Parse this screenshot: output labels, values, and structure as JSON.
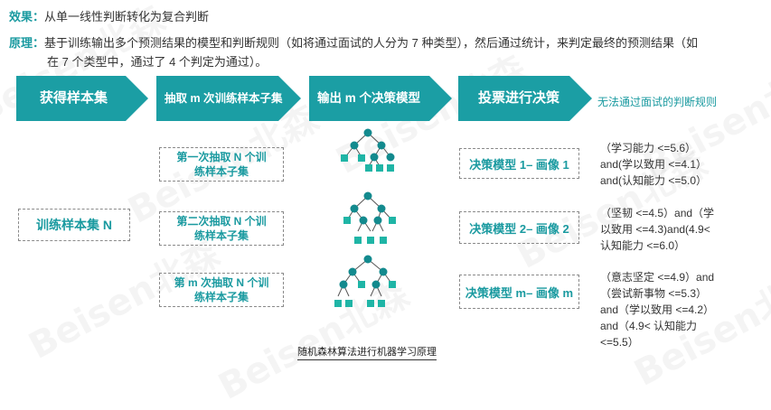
{
  "watermark": "Beisen北森",
  "intro": {
    "effect_label": "效果：",
    "effect_text": "从单一线性判断转化为复合判断",
    "principle_label": "原理：",
    "principle_line1": "基于训练输出多个预测结果的模型和判断规则（如将通过面试的人分为 7 种类型），然后通过统计，来判定最终的预测结果（如",
    "principle_line2": "在 7 个类型中，通过了 4 个判定为通过）。"
  },
  "steps": [
    {
      "label": "获得样本集"
    },
    {
      "label": "抽取 m 次训练样本子集"
    },
    {
      "label": "输出 m 个决策模型"
    },
    {
      "label": "投票进行决策"
    }
  ],
  "side_note": "无法通过面试的判断规则",
  "colors": {
    "teal": "#1b9ea4",
    "accent_text": "#1a9aa0",
    "node": "#138a8e"
  },
  "sample_set": "训练样本集 N",
  "subsets": [
    {
      "line1": "第一次抽取 N 个训",
      "line2": "练样本子集"
    },
    {
      "line1": "第二次抽取 N 个训",
      "line2": "练样本子集"
    },
    {
      "line1": "第 m 次抽取 N 个训",
      "line2": "练样本子集"
    }
  ],
  "models": [
    {
      "label": "决策模型 1– 画像 1"
    },
    {
      "label": "决策模型 2– 画像 2"
    },
    {
      "label": "决策模型 m– 画像 m"
    }
  ],
  "conditions": [
    [
      "（学习能力 <=5.6）",
      "and(学以致用 <=4.1）",
      "and(认知能力 <=5.0）"
    ],
    [
      "（坚韧 <=4.5）and（学",
      "以致用 <=4.3)and(4.9<",
      "认知能力 <=6.0）"
    ],
    [
      "（意志坚定 <=4.9）and",
      "（尝试新事物 <=5.3）",
      "and（学以致用 <=4.2）",
      "and（4.9< 认知能力",
      "<=5.5）"
    ]
  ],
  "caption": "随机森林算法进行机器学习原理"
}
